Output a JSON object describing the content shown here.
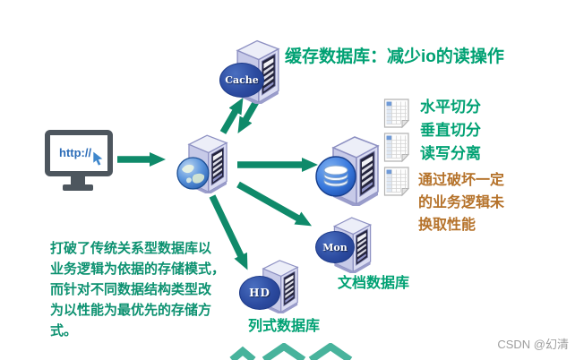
{
  "diagram": {
    "client": {
      "url": "http://"
    },
    "cache": {
      "badge": "Cache",
      "note": "缓存数据库：减少io的读操作"
    },
    "relational": {
      "sharding": [
        "水平切分",
        "垂直切分",
        "读写分离"
      ],
      "tradeoff": [
        "通过破坏一定",
        "的业务逻辑未",
        "换取性能"
      ]
    },
    "document": {
      "badge": "Mon",
      "label": "文档数据库"
    },
    "column": {
      "badge": "HD",
      "label": "列式数据库"
    },
    "nosql_note": [
      "打破了传统关系型数据库以",
      "业务逻辑为依据的存储模式，",
      "而针对不同数据结构类型改",
      "为以性能为最优先的存储方",
      "式。"
    ],
    "watermark": "CSDN @幻清"
  },
  "colors": {
    "arrow_teal": "#0F8A6A",
    "green_text": "#00A173",
    "paragraph_green": "#0C9170",
    "orange_text": "#B5722A",
    "badge_blue": "#2C4BA0",
    "monitor_gray": "#4D565E",
    "url_blue": "#2B6CB8"
  }
}
